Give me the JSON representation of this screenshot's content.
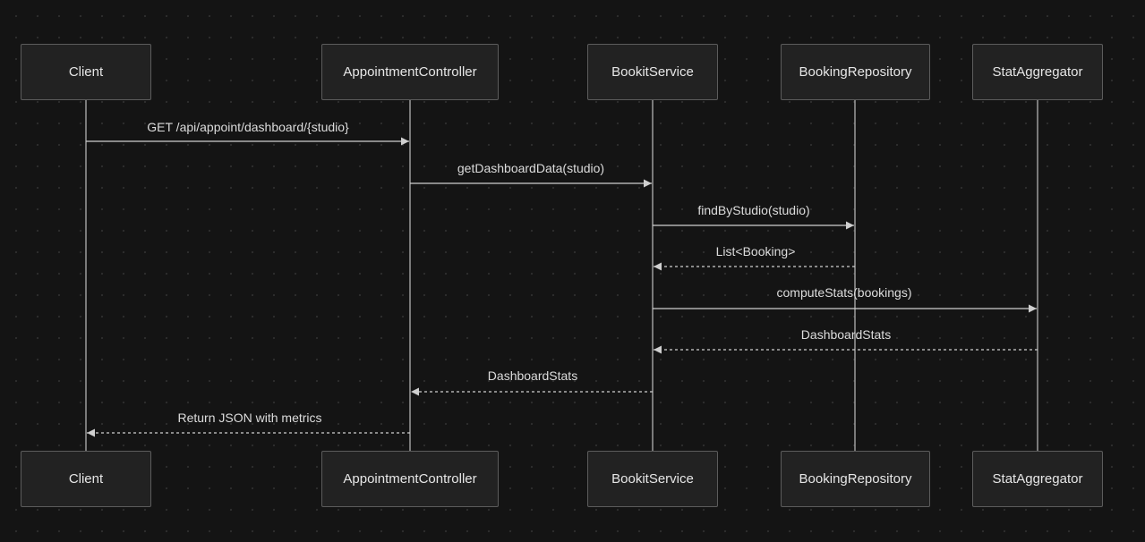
{
  "actors": [
    {
      "id": "client",
      "label": "Client"
    },
    {
      "id": "controller",
      "label": "AppointmentController"
    },
    {
      "id": "service",
      "label": "BookitService"
    },
    {
      "id": "repository",
      "label": "BookingRepository"
    },
    {
      "id": "aggregator",
      "label": "StatAggregator"
    }
  ],
  "messages": [
    {
      "from": "client",
      "to": "controller",
      "label": "GET /api/appoint/dashboard/{studio}",
      "style": "solid"
    },
    {
      "from": "controller",
      "to": "service",
      "label": "getDashboardData(studio)",
      "style": "solid"
    },
    {
      "from": "service",
      "to": "repository",
      "label": "findByStudio(studio)",
      "style": "solid"
    },
    {
      "from": "repository",
      "to": "service",
      "label": "List<Booking>",
      "style": "dashed"
    },
    {
      "from": "service",
      "to": "aggregator",
      "label": "computeStats(bookings)",
      "style": "solid"
    },
    {
      "from": "aggregator",
      "to": "service",
      "label": "DashboardStats",
      "style": "dashed"
    },
    {
      "from": "service",
      "to": "controller",
      "label": "DashboardStats",
      "style": "dashed"
    },
    {
      "from": "controller",
      "to": "client",
      "label": "Return JSON with metrics",
      "style": "dashed"
    }
  ],
  "colors": {
    "background": "#141414",
    "line": "#cfcfcf",
    "box_fill": "#222222",
    "box_border": "#5c5c5c",
    "text": "#e6e6e6"
  }
}
